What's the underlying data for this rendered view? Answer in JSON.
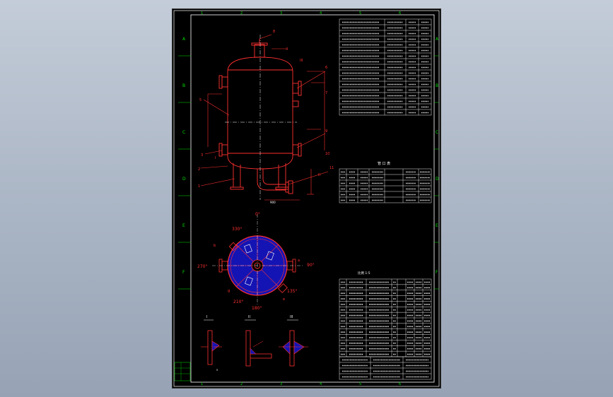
{
  "drawing": {
    "zone_letters": [
      "A",
      "B",
      "C",
      "D",
      "E",
      "F"
    ],
    "zone_numbers": [
      "1",
      "2",
      "3",
      "4",
      "5",
      "6"
    ],
    "nozzle_table_title": "管 口 表",
    "section_marks": [
      "I",
      "II",
      "III"
    ],
    "angles": [
      "0°",
      "330°",
      "270°",
      "90°",
      "210°",
      "135°",
      "180°"
    ],
    "nozzle_marks": [
      "a",
      "b",
      "c",
      "d",
      "e",
      "f",
      "g",
      "h"
    ],
    "dimension_values": [
      "900",
      "5"
    ],
    "scale_note": "比例 1:5",
    "colors": {
      "frame": "#ffffff",
      "outline": "#ff3030",
      "border": "#00e000",
      "centerline": "#ffffff",
      "text": "#ffffff",
      "fill": "#1414b4"
    }
  }
}
